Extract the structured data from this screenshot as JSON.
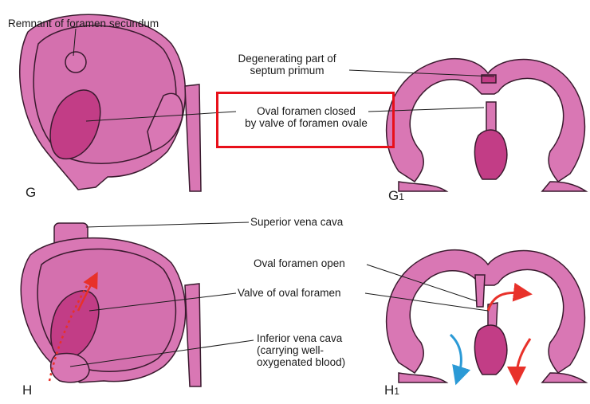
{
  "labels": {
    "remnant_foramen_secundum": "Remnant of foramen secundum",
    "degenerating_septum_line1": "Degenerating part of",
    "degenerating_septum_line2": "septum primum",
    "oval_closed_line1": "Oval foramen closed",
    "oval_closed_line2": "by valve of foramen ovale",
    "superior_vena_cava": "Superior vena cava",
    "oval_open": "Oval foramen open",
    "valve_oval_foramen": "Valve of oval foramen",
    "ivc_line1": "Inferior vena cava",
    "ivc_line2": "(carrying well-",
    "ivc_line3": "oxygenated blood)"
  },
  "panels": {
    "g": "G",
    "g1_letter": "G",
    "g1_sub": "1",
    "h": "H",
    "h1_letter": "H",
    "h1_sub": "1"
  },
  "colors": {
    "tissue_light": "#d977b4",
    "tissue_dark": "#c23d86",
    "outline": "#3a1a2e",
    "arrow_red": "#e8312a",
    "arrow_blue": "#2b9ad6",
    "highlight_box": "#e8101a"
  }
}
